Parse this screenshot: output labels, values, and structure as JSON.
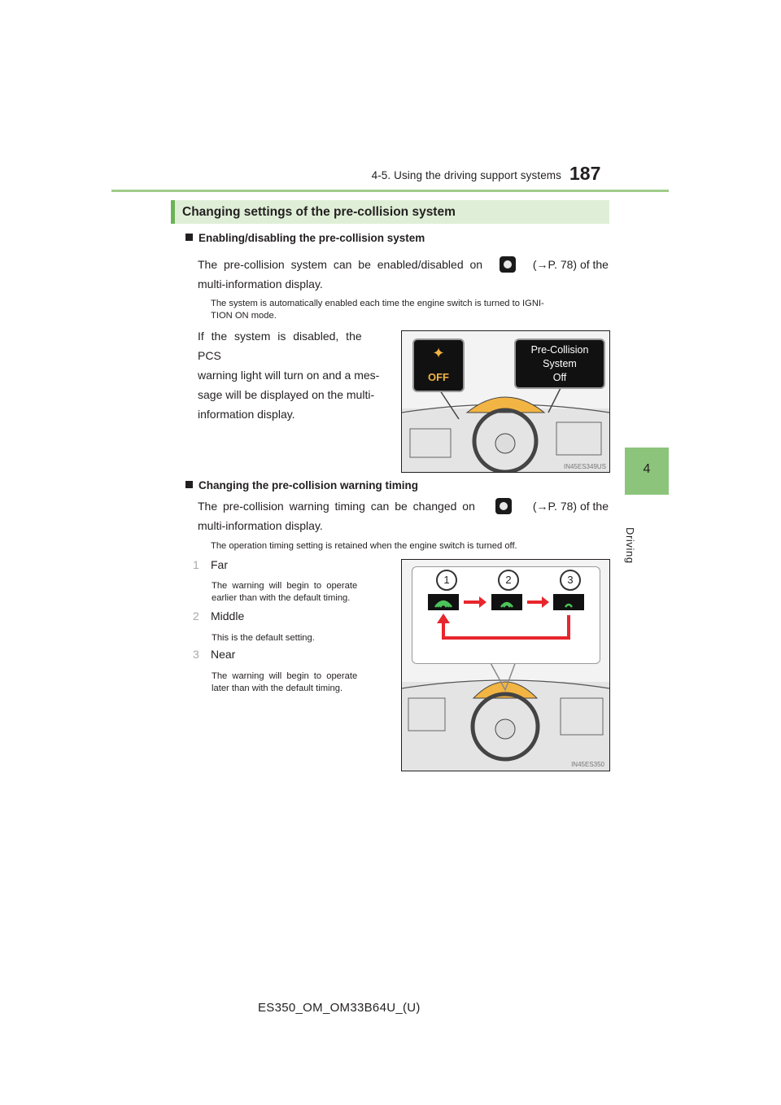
{
  "header": {
    "section_title": "4-5. Using the driving support systems",
    "page_number": "187"
  },
  "side_tab": {
    "number": "4",
    "label": "Driving"
  },
  "section": {
    "title": "Changing settings of the pre-collision system"
  },
  "enable": {
    "heading": "Enabling/disabling the pre-collision system",
    "text_before_icon": "The pre-collision system can be enabled/disabled on",
    "text_after_icon": "(→P. 78) of the",
    "text_line2": "multi-information display.",
    "note_line1": "The system is automatically enabled each time the engine switch is turned to IGNI-",
    "note_line2": "TION ON mode.",
    "disabled_line1": "If the system is disabled, the PCS",
    "disabled_line2": "warning light will turn on and a mes-",
    "disabled_line3": "sage will be displayed on the multi-",
    "disabled_line4": "information display."
  },
  "figure1": {
    "warning_light_text": "OFF",
    "message_line1": "Pre-Collision",
    "message_line2": "System",
    "message_line3": "Off",
    "code": "IN45ES349US"
  },
  "timing": {
    "heading": "Changing the pre-collision warning timing",
    "text_before_icon": "The pre-collision warning timing can be changed on",
    "text_after_icon": "(→P. 78) of the",
    "text_line2": "multi-information display.",
    "note": "The operation timing setting is retained when the engine switch is turned off.",
    "items": [
      {
        "num": "1",
        "title": "Far",
        "desc_line1": "The warning will begin to operate",
        "desc_line2": "earlier than with the default timing."
      },
      {
        "num": "2",
        "title": "Middle",
        "desc_line1": "This is the default setting.",
        "desc_line2": ""
      },
      {
        "num": "3",
        "title": "Near",
        "desc_line1": "The warning will begin to operate",
        "desc_line2": "later than with the default timing."
      }
    ]
  },
  "figure2": {
    "step1": "1",
    "step2": "2",
    "step3": "3",
    "code": "IN45ES350"
  },
  "footer": {
    "model": "ES350_OM_OM33B64U_(U)"
  },
  "colors": {
    "accent_green": "#8cc47b",
    "section_bg": "#dfefd7",
    "arrow_red": "#e8262d",
    "display_yellow": "#f2b544"
  }
}
